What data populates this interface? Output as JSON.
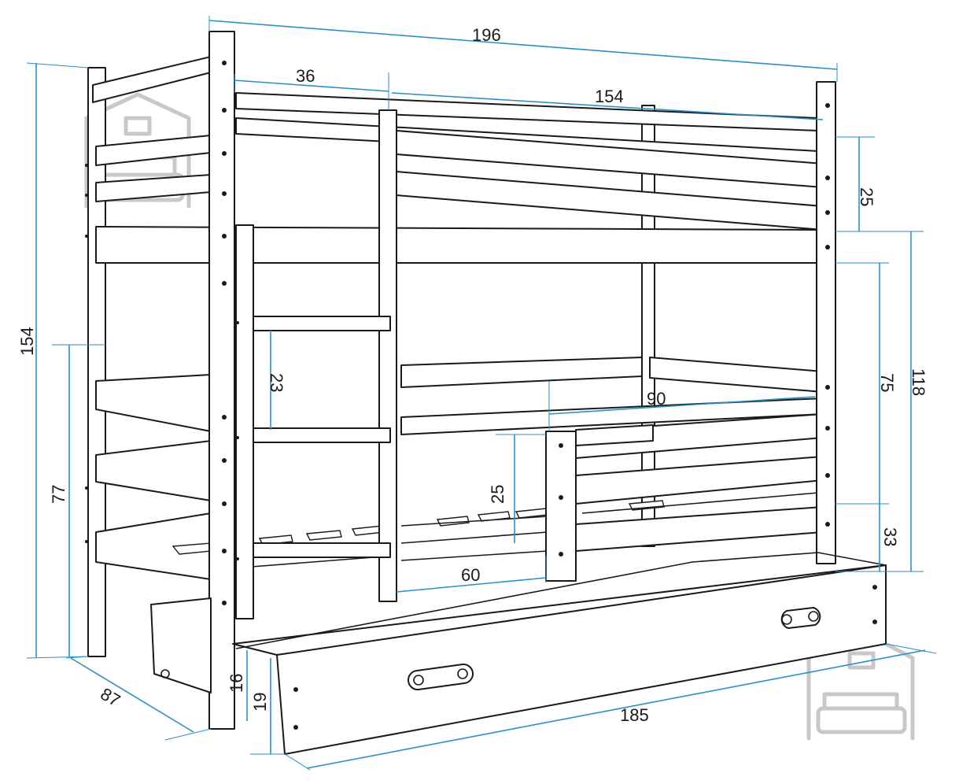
{
  "dimensions": {
    "overall_length": "196",
    "ladder_offset": "36",
    "sleeping_length": "154",
    "top_rail_height": "25",
    "total_height": "154",
    "lower_frame_height": "77",
    "ladder_step": "23",
    "guard_length": "90",
    "guard_height": "25",
    "ladder_gap": "60",
    "clearance": "75",
    "upper_level_height": "118",
    "lower_level_height": "33",
    "depth": "87",
    "drawer_length": "185",
    "drawer_front_height": "19",
    "drawer_inner_height": "16"
  },
  "colors": {
    "dimension_line": "#2b8fc4",
    "outline": "#1a1a1a",
    "watermark": "#c8c8c8"
  },
  "watermarks": [
    "house-sofa-logo",
    "house-sofa-logo"
  ]
}
